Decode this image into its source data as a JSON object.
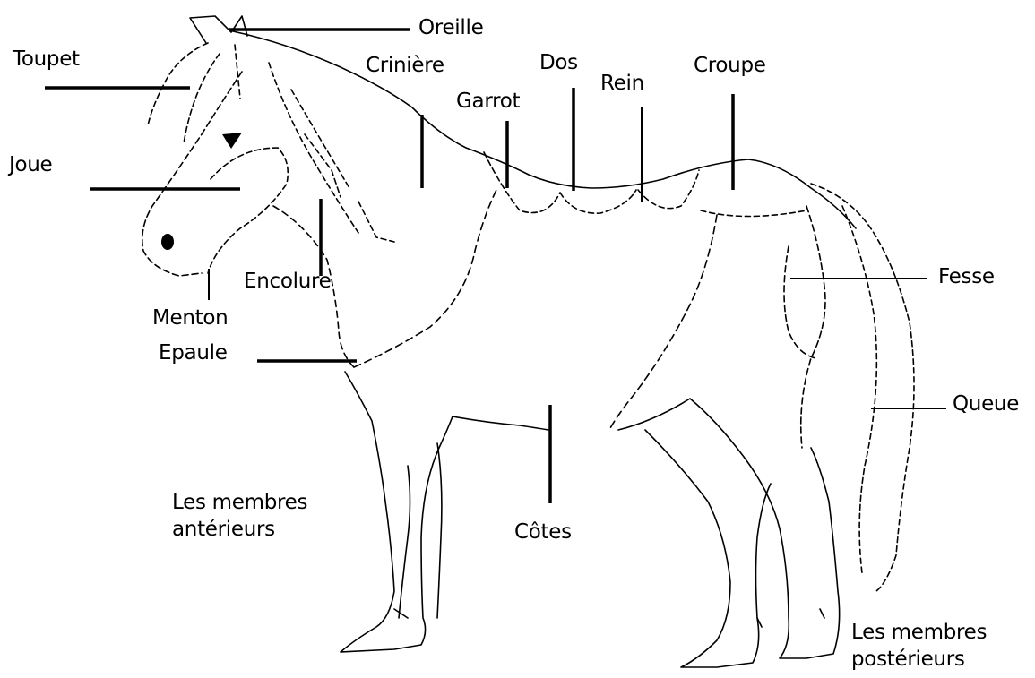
{
  "diagram": {
    "subject": "horse",
    "colors": {
      "ink": "#000000",
      "background": "#ffffff"
    },
    "labels": {
      "oreille": "Oreille",
      "toupet": "Toupet",
      "criniere": "Crinière",
      "dos": "Dos",
      "garrot": "Garrot",
      "rein": "Rein",
      "croupe": "Croupe",
      "joue": "Joue",
      "encolure": "Encolure",
      "menton": "Menton",
      "epaule": "Epaule",
      "fesse": "Fesse",
      "queue": "Queue",
      "cotes": "Côtes",
      "membres_anterieurs": [
        "Les membres",
        "antérieurs"
      ],
      "membres_posterieurs": [
        "Les membres",
        "postérieurs"
      ]
    }
  }
}
